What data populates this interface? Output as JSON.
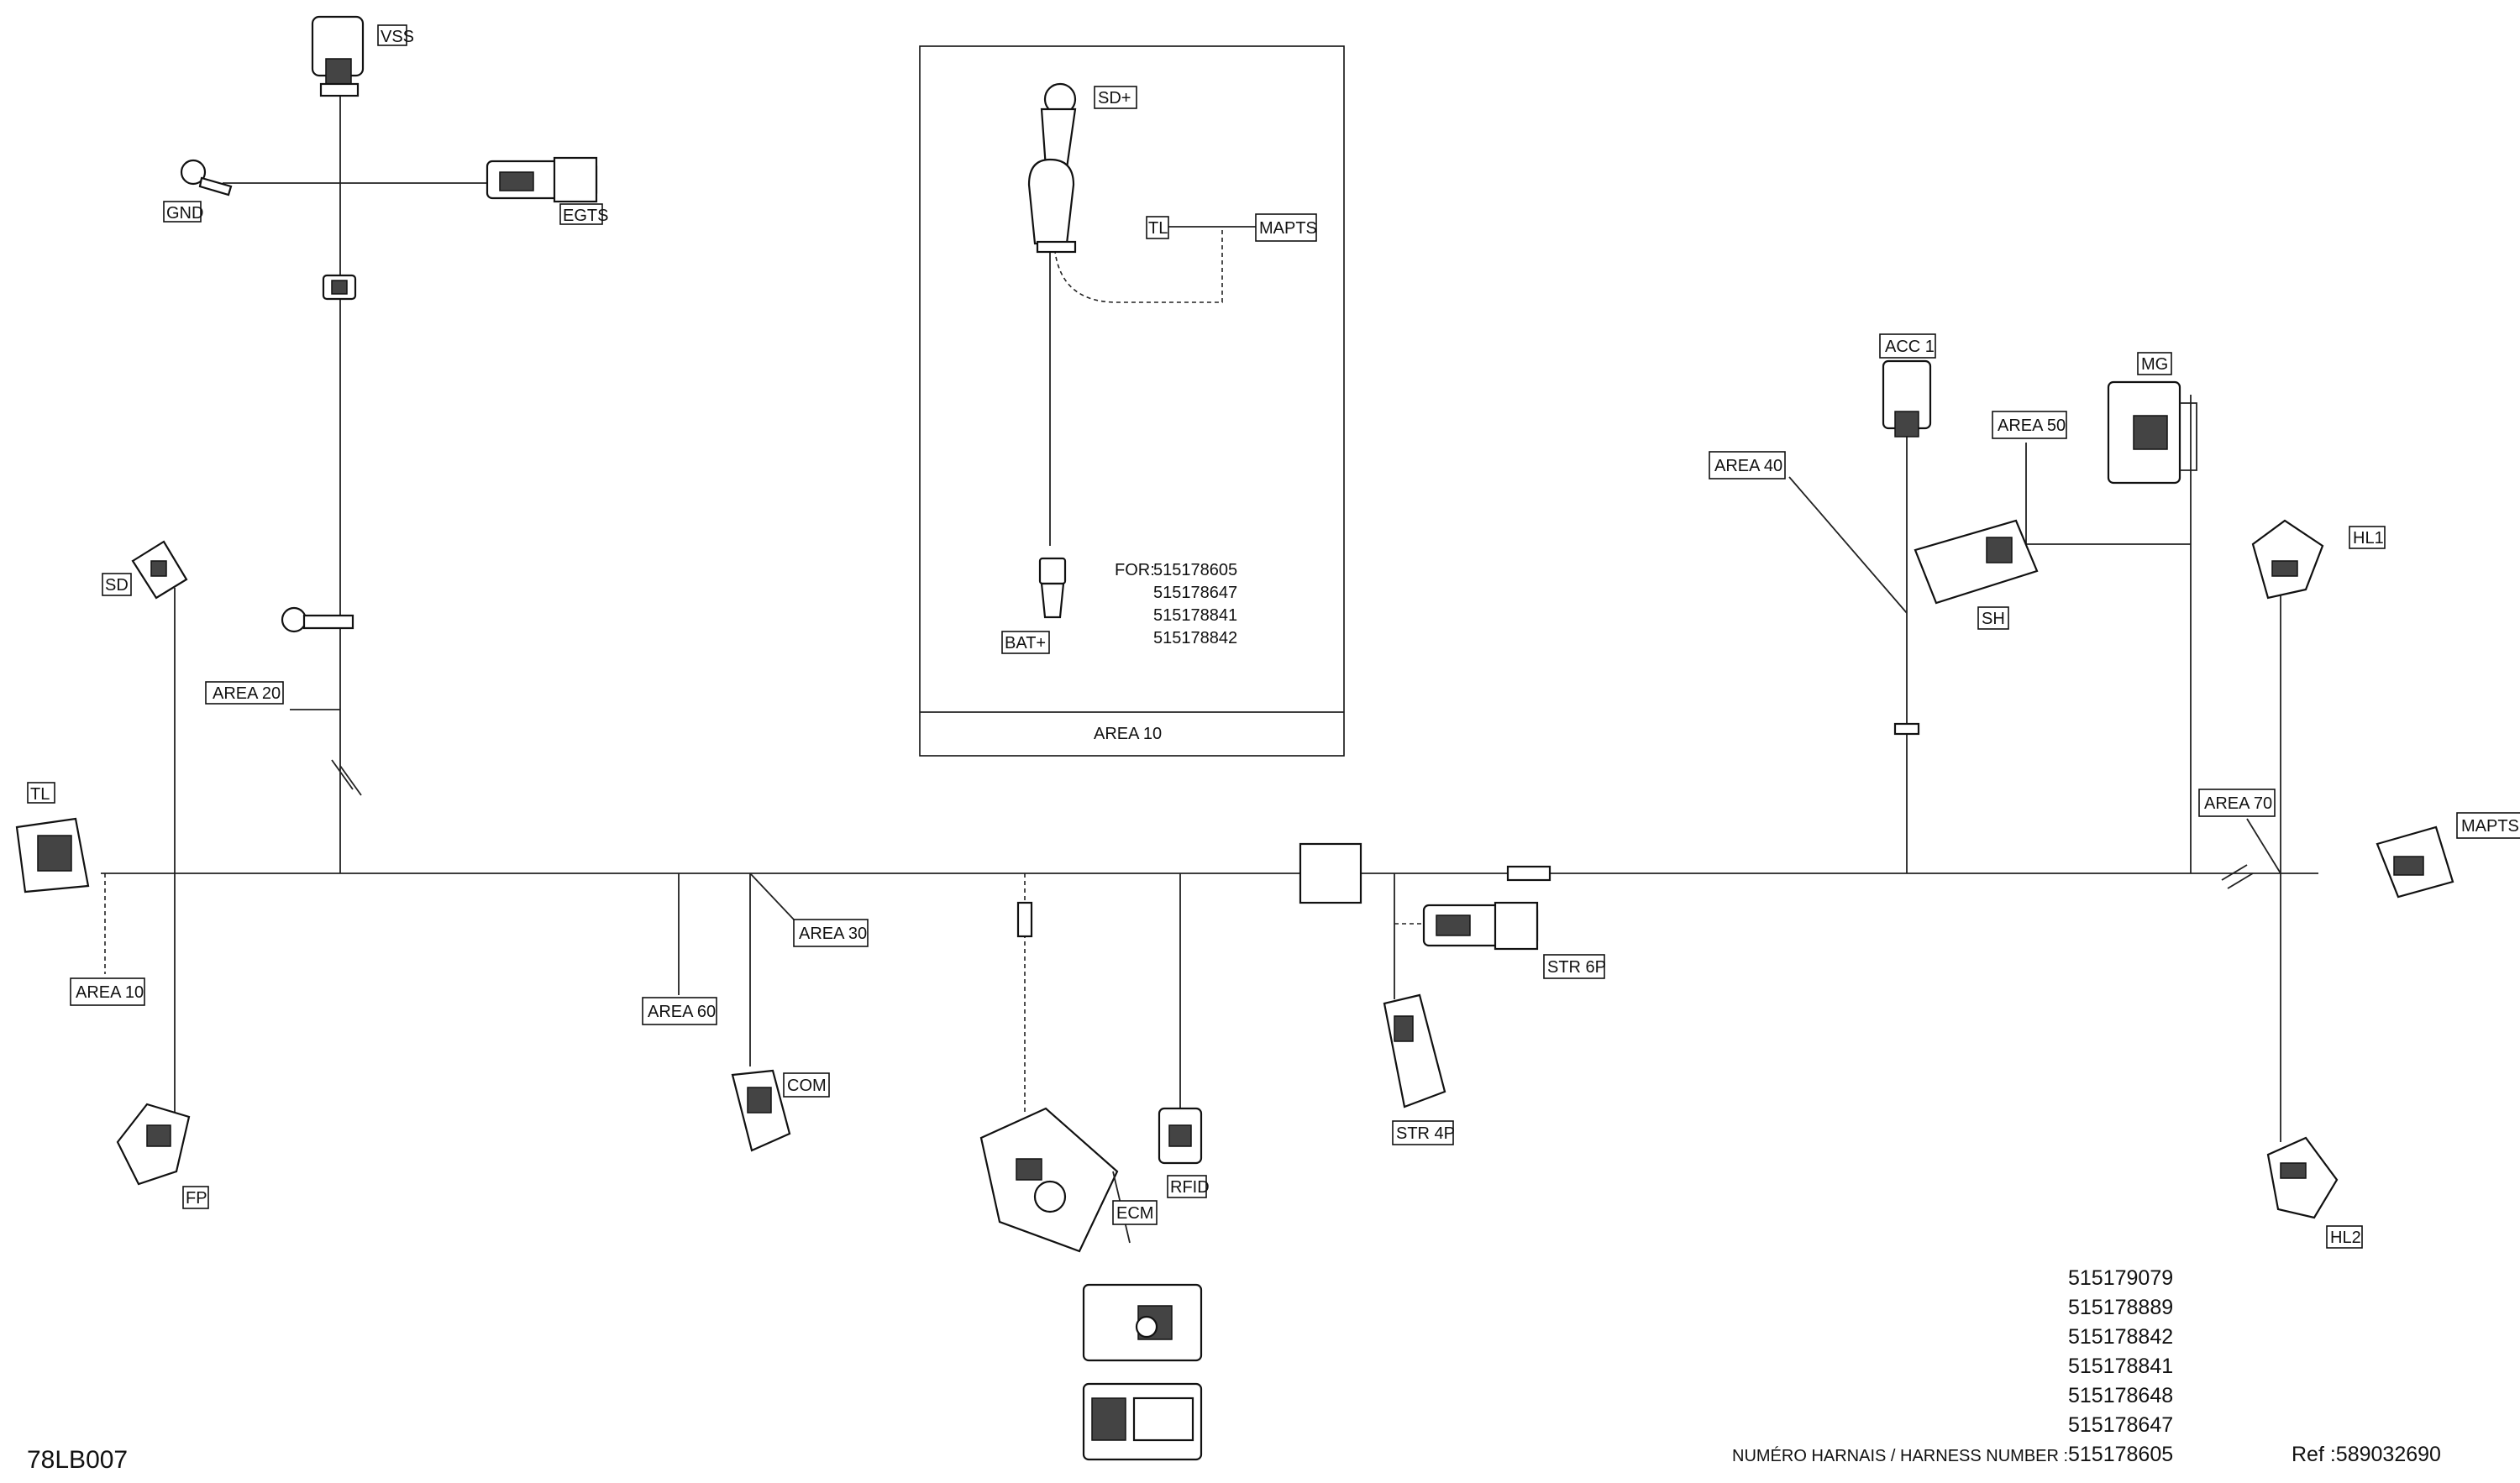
{
  "labels": {
    "vss": "VSS",
    "gnd": "GND",
    "egts": "EGTS",
    "sd": "SD",
    "area20": "AREA 20",
    "tl_left": "TL",
    "area10_left": "AREA 10",
    "fp": "FP",
    "area60": "AREA 60",
    "area30": "AREA 30",
    "com": "COM",
    "ecm": "ECM",
    "rfid": "RFID",
    "str6p": "STR 6P",
    "str4p": "STR 4P",
    "acc1": "ACC 1",
    "mg": "MG",
    "area50": "AREA 50",
    "area40": "AREA 40",
    "sh": "SH",
    "hl1": "HL1",
    "area70": "AREA 70",
    "mapts_right": "MAPTS",
    "hl2": "HL2"
  },
  "inset": {
    "sd_plus": "SD+",
    "tl": "TL",
    "mapts": "MAPTS",
    "bat_plus": "BAT+",
    "for_label": "FOR:",
    "for_numbers": [
      "515178605",
      "515178647",
      "515178841",
      "515178842"
    ],
    "area": "AREA 10"
  },
  "harness_numbers": [
    "515179079",
    "515178889",
    "515178842",
    "515178841",
    "515178648",
    "515178647",
    "515178605"
  ],
  "harness_label": "NUMÉRO HARNAIS / HARNESS NUMBER :",
  "ref": "Ref :589032690",
  "drawing_code": "78LB007"
}
